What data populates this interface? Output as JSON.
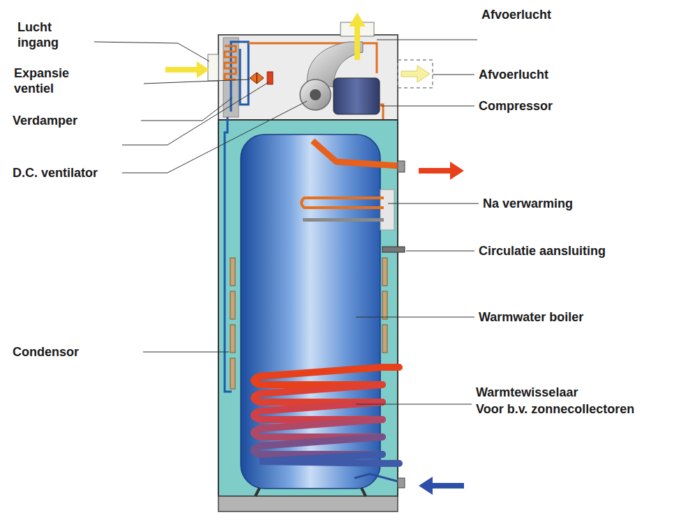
{
  "diagram": {
    "labels": [
      "Lucht ingang",
      "Expansie ventiel",
      "Verdamper",
      "D.C. ventilator",
      "Afvoerlucht",
      "Afvoerlucht",
      "Compressor",
      "Na verwarming",
      "Circulatie aansluiting",
      "Warmwater boiler",
      "Condensor",
      "Warmtewisselaar",
      "Voor b.v. zonnecollectoren"
    ]
  }
}
